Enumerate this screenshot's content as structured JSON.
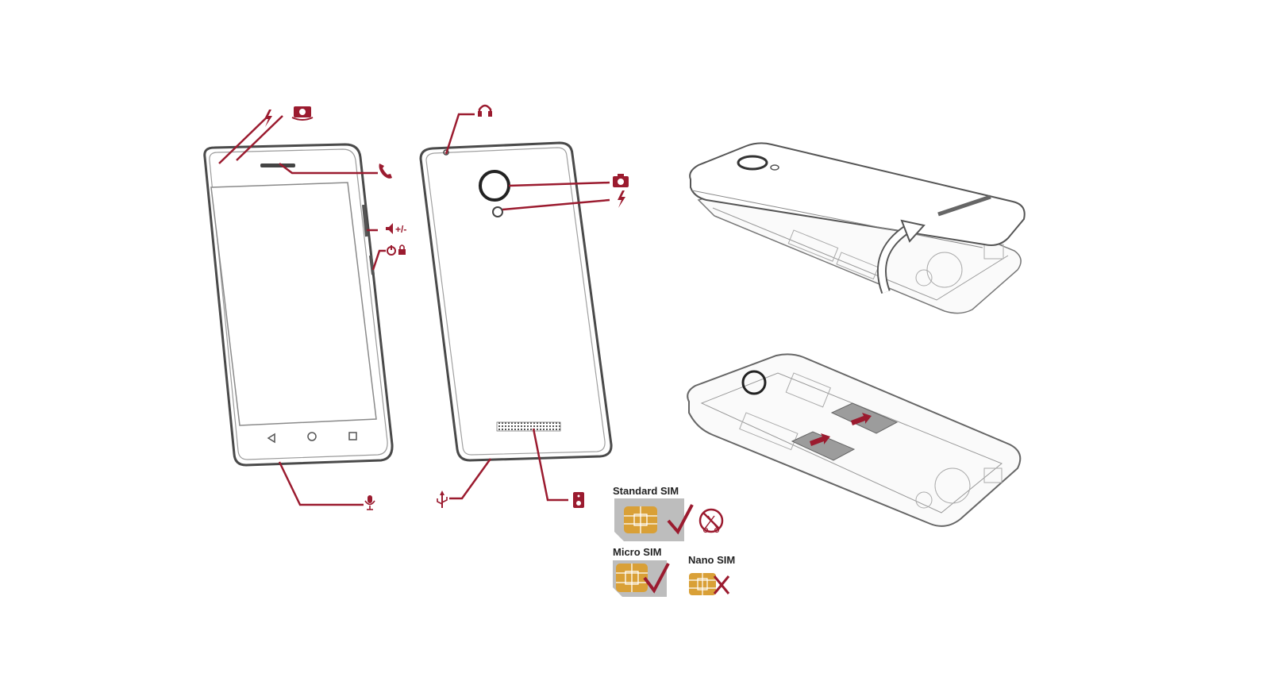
{
  "colors": {
    "accent": "#9b1b2f",
    "outline": "#5a5a5a",
    "sim_chip": "#d9a037",
    "sim_card": "#bdbdbd",
    "check": "#9b1b2f"
  },
  "front_phone": {
    "callouts": [
      {
        "icon": "flash-icon"
      },
      {
        "icon": "front-camera-icon"
      },
      {
        "icon": "earpiece-phone-icon"
      },
      {
        "icon": "volume-icon",
        "text": "+/-"
      },
      {
        "icon": "power-lock-icon"
      },
      {
        "icon": "microphone-icon"
      }
    ],
    "nav_icons": [
      "back-icon",
      "home-icon",
      "recent-apps-icon"
    ]
  },
  "back_phone": {
    "callouts": [
      {
        "icon": "headphone-jack-icon"
      },
      {
        "icon": "rear-camera-icon"
      },
      {
        "icon": "flash-icon"
      },
      {
        "icon": "usb-icon"
      },
      {
        "icon": "loudspeaker-icon"
      }
    ]
  },
  "sim_cards": [
    {
      "label": "Standard SIM",
      "supported": true
    },
    {
      "label": "Micro SIM",
      "supported": true
    },
    {
      "label": "Nano SIM",
      "supported": false
    }
  ],
  "standard_sim_warning_icon": "no-cutting-icon"
}
